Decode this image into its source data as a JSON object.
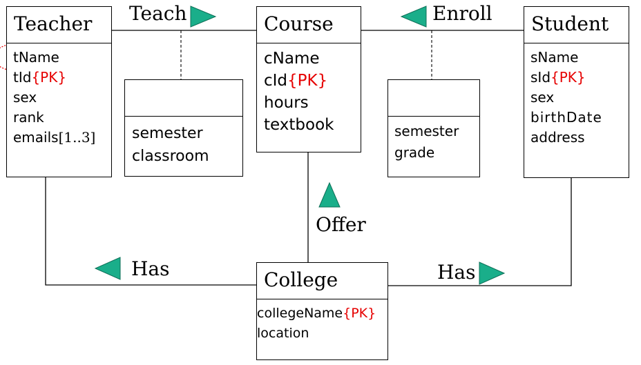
{
  "entities": {
    "teacher": {
      "name": "Teacher",
      "attributes": [
        {
          "text": "tName",
          "pk": ""
        },
        {
          "text": "tId",
          "pk": "{PK}"
        },
        {
          "text": "sex",
          "pk": ""
        },
        {
          "text": "rank",
          "pk": ""
        },
        {
          "text": "emails",
          "suffix": "[1..3]",
          "pk": ""
        }
      ]
    },
    "course": {
      "name": "Course",
      "attributes": [
        {
          "text": "cName",
          "pk": ""
        },
        {
          "text": "cId",
          "pk": "{PK}"
        },
        {
          "text": "hours",
          "pk": ""
        },
        {
          "text": "textbook",
          "pk": ""
        }
      ]
    },
    "student": {
      "name": "Student",
      "attributes": [
        {
          "text": "sName",
          "pk": ""
        },
        {
          "text": "sId",
          "pk": "{PK}"
        },
        {
          "text": "sex",
          "pk": ""
        },
        {
          "text": "birthDate",
          "pk": ""
        },
        {
          "text": "address",
          "pk": ""
        }
      ]
    },
    "college": {
      "name": "College",
      "attributes": [
        {
          "text": "collegeName",
          "pk": "{PK}"
        },
        {
          "text": "location",
          "pk": ""
        }
      ]
    }
  },
  "association_classes": {
    "teach_attrs": {
      "name": "",
      "attributes": [
        "semester",
        "classroom"
      ]
    },
    "enroll_attrs": {
      "name": "",
      "attributes": [
        "semester",
        "grade"
      ]
    }
  },
  "relationships": {
    "teach": {
      "label": "Teach",
      "direction": "right"
    },
    "enroll": {
      "label": "Enroll",
      "direction": "left"
    },
    "offer": {
      "label": "Offer",
      "direction": "up"
    },
    "has_left": {
      "label": "Has",
      "direction": "left"
    },
    "has_right": {
      "label": "Has",
      "direction": "right"
    }
  },
  "colors": {
    "arrow_fill": "#1aae8a",
    "pk_text": "#e60000",
    "highlight_circle": "#e60000",
    "line": "#000000"
  }
}
